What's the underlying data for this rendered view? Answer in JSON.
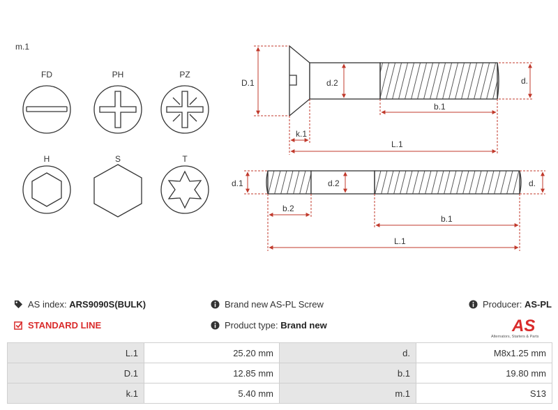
{
  "drawing": {
    "label_m1": "m.1",
    "drive_types": [
      "FD",
      "PH",
      "PZ",
      "H",
      "S",
      "T"
    ],
    "dims_top": {
      "D1": "D.1",
      "d2": "d.2",
      "d": "d.",
      "b1": "b.1",
      "k1": "k.1",
      "L1": "L.1"
    },
    "dims_bottom": {
      "d1": "d.1",
      "d2": "d.2",
      "d": "d.",
      "b2": "b.2",
      "b1": "b.1",
      "L1": "L.1"
    }
  },
  "info": {
    "as_index_label": "AS index:",
    "as_index_value": "ARS9090S(BULK)",
    "brand_text": "Brand new AS-PL Screw",
    "producer_label": "Producer:",
    "producer_value": "AS-PL",
    "standard_line": "STANDARD LINE",
    "product_type_label": "Product type:",
    "product_type_value": "Brand new"
  },
  "logo": {
    "text": "AS",
    "tagline": "Alternators, Starters & Parts",
    "color": "#d92b2b"
  },
  "specs": [
    {
      "k1": "L.1",
      "v1": "25.20 mm",
      "k2": "d.",
      "v2": "M8x1.25 mm"
    },
    {
      "k1": "D.1",
      "v1": "12.85 mm",
      "k2": "b.1",
      "v2": "19.80 mm"
    },
    {
      "k1": "k.1",
      "v1": "5.40 mm",
      "k2": "m.1",
      "v2": "S13"
    }
  ]
}
